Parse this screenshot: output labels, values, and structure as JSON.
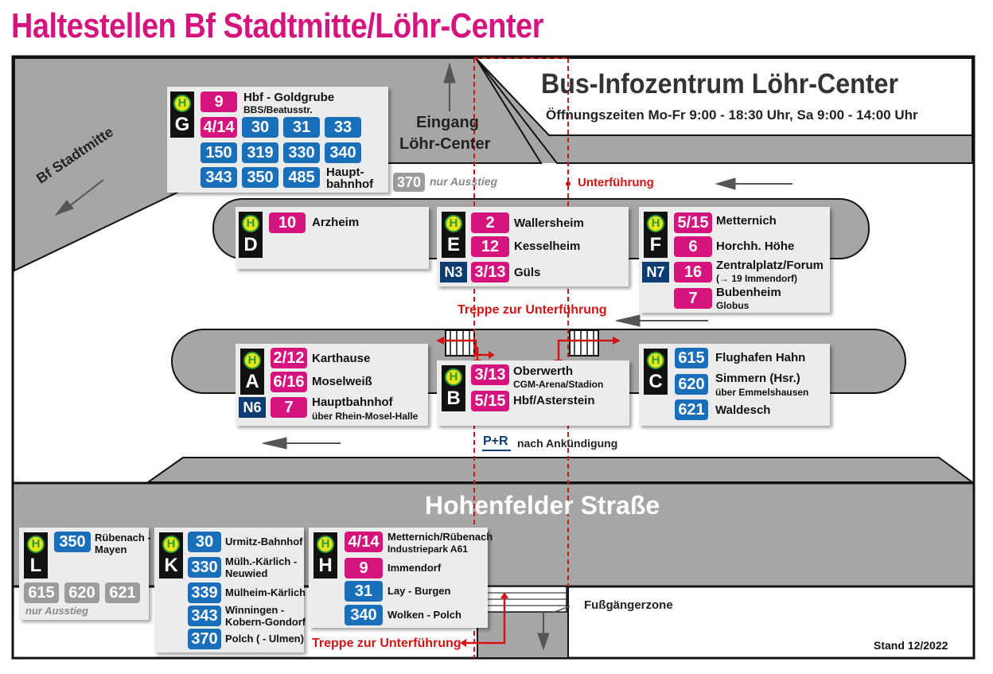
{
  "title": "Haltestellen Bf Stadtmitte/Löhr-Center",
  "infocenter": {
    "name": "Bus-Infozentrum Löhr-Center",
    "hours": "Öffnungszeiten Mo-Fr  9:00 - 18:30 Uhr, Sa 9:00 - 14:00 Uhr"
  },
  "labels": {
    "entrance_line1": "Eingang",
    "entrance_line2": "Löhr-Center",
    "bf_stadtmitte": "Bf Stadtmitte",
    "underpass": "Unterführung",
    "stairs_underpass": "Treppe zur Unterführung",
    "stairs_underpass_bottom": "Treppe zur Unterführung",
    "street": "Hohenfelder Straße",
    "pedestrian_zone": "Fußgängerzone",
    "stand": "Stand 12/2022",
    "pr_badge": "P+R",
    "pr_text": "nach Ankündigung",
    "only_exit": "nur Ausstieg",
    "only_exit_l": "nur Ausstieg",
    "exit_370": "370",
    "h_symbol": "H"
  },
  "stops": {
    "G": {
      "letter": "G",
      "r1_l": "9",
      "r1_t1": "Hbf - Goldgrube",
      "r1_t2": "BBS/Beatusstr.",
      "b1": "4/14",
      "b2": "30",
      "b3": "31",
      "b4": "33",
      "b5": "150",
      "b6": "319",
      "b7": "330",
      "b8": "340",
      "b9": "343",
      "b10": "350",
      "b11": "485",
      "d11a": "Haupt-",
      "d11b": "bahnhof"
    },
    "D": {
      "letter": "D",
      "l1": "10",
      "t1": "Arzheim"
    },
    "E": {
      "letter": "E",
      "l1": "2",
      "t1": "Wallersheim",
      "l2": "12",
      "t2": "Kesselheim",
      "n": "N3",
      "l3": "3/13",
      "t3": "Güls"
    },
    "F": {
      "letter": "F",
      "l1": "5/15",
      "t1": "Metternich",
      "l2": "6",
      "t2": "Horchh. Höhe",
      "n": "N7",
      "l3": "16",
      "t3a": "Zentralplatz/Forum",
      "t3b": "(→ 19 Immendorf)",
      "l4": "7",
      "t4a": "Bubenheim",
      "t4b": "Globus"
    },
    "A": {
      "letter": "A",
      "l1": "2/12",
      "t1": "Karthause",
      "l2": "6/16",
      "t2": "Moselweiß",
      "n": "N6",
      "l3": "7",
      "t3a": "Hauptbahnhof",
      "t3b": "über Rhein-Mosel-Halle"
    },
    "B": {
      "letter": "B",
      "l1": "3/13",
      "t1a": "Oberwerth",
      "t1b": "CGM-Arena/Stadion",
      "l2": "5/15",
      "t2": "Hbf/Asterstein"
    },
    "C": {
      "letter": "C",
      "l1": "615",
      "t1": "Flughafen Hahn",
      "l2": "620",
      "t2a": "Simmern (Hsr.)",
      "t2b": "über Emmelshausen",
      "l3": "621",
      "t3": "Waldesch"
    },
    "L": {
      "letter": "L",
      "l1": "350",
      "t1a": "Rübenach -",
      "t1b": "Mayen",
      "g1": "615",
      "g2": "620",
      "g3": "621"
    },
    "K": {
      "letter": "K",
      "l1": "30",
      "t1": "Urmitz-Bahnhof",
      "l2": "330",
      "t2a": "Mülh.-Kärlich -",
      "t2b": "Neuwied",
      "l3": "339",
      "t3": "Mülheim-Kärlich",
      "l4": "343",
      "t4a": "Winningen -",
      "t4b": "Kobern-Gondorf",
      "l5": "370",
      "t5": "Polch ( - Ulmen)"
    },
    "H": {
      "letter": "H",
      "l1": "4/14",
      "t1a": "Metternich/Rübenach",
      "t1b": "Industriepark A61",
      "l2": "9",
      "t2": "Immendorf",
      "l3": "31",
      "t3": "Lay - Burgen",
      "l4": "340",
      "t4": "Wolken - Polch"
    }
  },
  "colors": {
    "accent": "#d6147e",
    "blue": "#1a6fba",
    "night": "#0d3c73",
    "route_red": "#d41414",
    "road": "#a6a6a6",
    "stop_yellow": "#e6e619"
  }
}
